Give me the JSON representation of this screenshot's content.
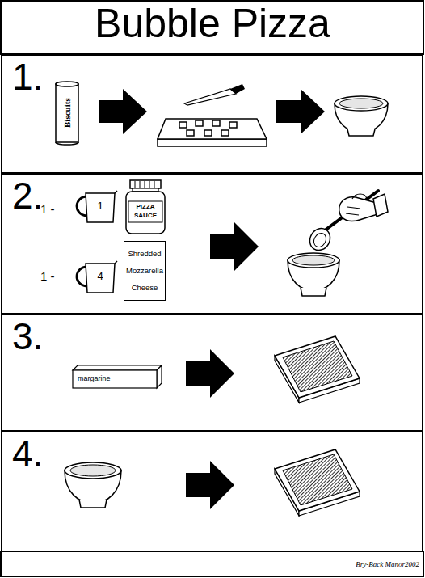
{
  "diagram": {
    "title": "Bubble Pizza",
    "nodes": [
      {
        "text": [
          "1."
        ]
      },
      {
        "text": [
          "Biscuits"
        ],
        "in": 0
      },
      {
        "text": [
          "2."
        ]
      },
      {
        "text": [
          "1"
        ],
        "in": 2
      },
      {
        "text": [
          "PIZZA SAUCE"
        ],
        "in": 2
      },
      {
        "text": [
          "4"
        ],
        "in": 2
      },
      {
        "text": [
          "Shredded Mozzarella Cheese"
        ],
        "in": 2
      },
      {
        "text": [
          "3."
        ]
      },
      {
        "text": [
          "margarine"
        ],
        "in": 7
      },
      {
        "text": [
          "4."
        ]
      }
    ],
    "labels": [
      "1 -",
      "1 -",
      "Bry-Back Manor2002"
    ]
  }
}
